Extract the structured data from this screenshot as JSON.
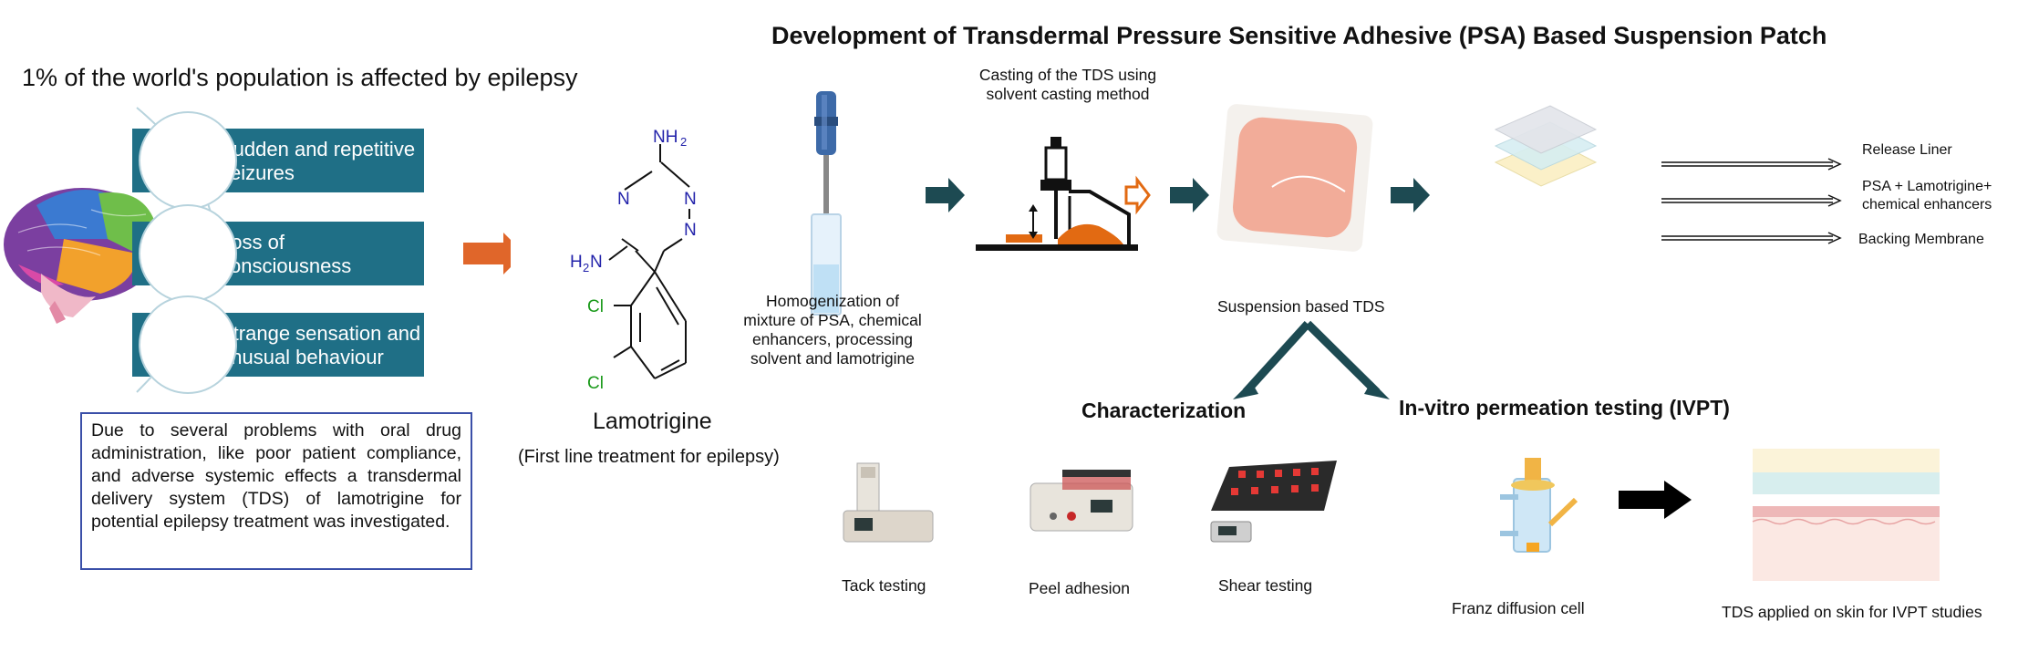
{
  "title": "Development of Transdermal Pressure Sensitive Adhesive (PSA) Based Suspension Patch",
  "intro": "1% of the world's population is affected by epilepsy",
  "symptoms": [
    {
      "line1": "Sudden and repetitive",
      "line2": "seizures"
    },
    {
      "line1": "Loss of",
      "line2": "consciousness"
    },
    {
      "line1": "Strange sensation and",
      "line2": "unusual behaviour"
    }
  ],
  "note": "Due to several problems with oral drug administration, like poor patient compliance, and adverse systemic effects a transdermal delivery system (TDS) of lamotrigine for potential epilepsy treatment was investigated.",
  "molecule": {
    "name": "Lamotrigine",
    "caption": "(First line treatment for epilepsy)",
    "atoms": {
      "nh2_top": "NH",
      "nh2_top_sub": "2",
      "h2n_left": "H",
      "h2n_left_sub": "2",
      "h2n_left_n": "N",
      "n": "N",
      "cl": "Cl"
    }
  },
  "steps": {
    "homogenization": [
      "Homogenization of",
      "mixture of PSA, chemical",
      "enhancers, processing",
      "solvent and lamotrigine"
    ],
    "casting": [
      "Casting of the TDS using",
      "solvent casting method"
    ],
    "suspension": "Suspension based TDS"
  },
  "layers": [
    "Release Liner",
    "PSA + Lamotrigine+",
    "chemical enhancers",
    "Backing Membrane"
  ],
  "characterization": {
    "heading": "Characterization",
    "tests": [
      "Tack testing",
      "Peel adhesion",
      "Shear testing"
    ]
  },
  "ivpt": {
    "heading": "In-vitro permeation testing (IVPT)",
    "items": [
      "Franz diffusion cell",
      "TDS applied on skin for IVPT studies"
    ]
  },
  "colors": {
    "symptom_box": "#1f6f86",
    "arrow_orange": "#e0662a",
    "arrow_teal": "#1d4a52",
    "note_border": "#3a4fa8",
    "atom_n": "#2222aa",
    "atom_cl": "#1a9a1a"
  }
}
